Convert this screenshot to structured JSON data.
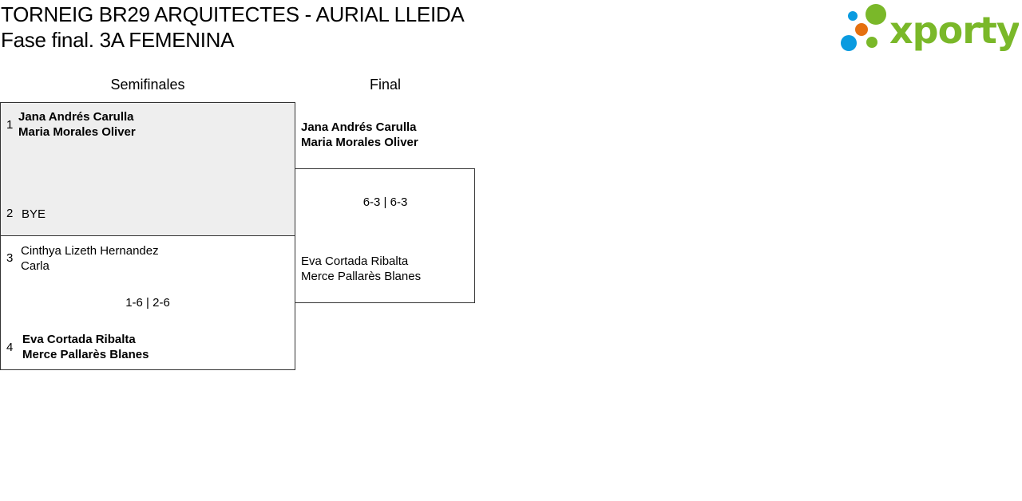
{
  "header": {
    "title_line1": "TORNEIG BR29 ARQUITECTES - AURIAL LLEIDA",
    "title_line2": "Fase final. 3A FEMENINA",
    "logo_text": "xporty"
  },
  "rounds": [
    {
      "label": "Semifinales"
    },
    {
      "label": "Final"
    }
  ],
  "semifinals": [
    {
      "seed_a": "1",
      "team_a": [
        "Jana Andrés Carulla",
        "Maria Morales Oliver"
      ],
      "seed_b": "2",
      "team_b": [
        "BYE"
      ],
      "score": ""
    },
    {
      "seed_a": "3",
      "team_a": [
        "Cinthya Lizeth Hernandez",
        "Carla"
      ],
      "seed_b": "4",
      "team_b": [
        "Eva Cortada Ribalta",
        "Merce Pallarès Blanes"
      ],
      "score": "1-6 | 2-6"
    }
  ],
  "final": {
    "team_a": [
      "Jana Andrés Carulla",
      "Maria Morales Oliver"
    ],
    "team_b": [
      "Eva Cortada Ribalta",
      "Merce Pallarès Blanes"
    ],
    "score": "6-3 | 6-3"
  },
  "colors": {
    "logo_green": "#7ab829",
    "logo_blue": "#0a9be0",
    "logo_orange": "#e5700f",
    "bye_bg": "#eeeeee"
  }
}
